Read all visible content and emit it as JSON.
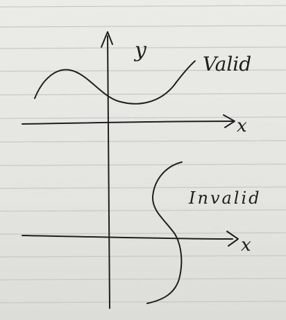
{
  "paper": {
    "background": "#e6e6e3",
    "rule_color": "#c8c8c6",
    "ink_color": "#1e1e1e"
  },
  "labels": {
    "y_axis": "y",
    "top_x_axis": "x",
    "bottom_x_axis": "x",
    "valid": "Valid",
    "invalid": "Invalid"
  }
}
